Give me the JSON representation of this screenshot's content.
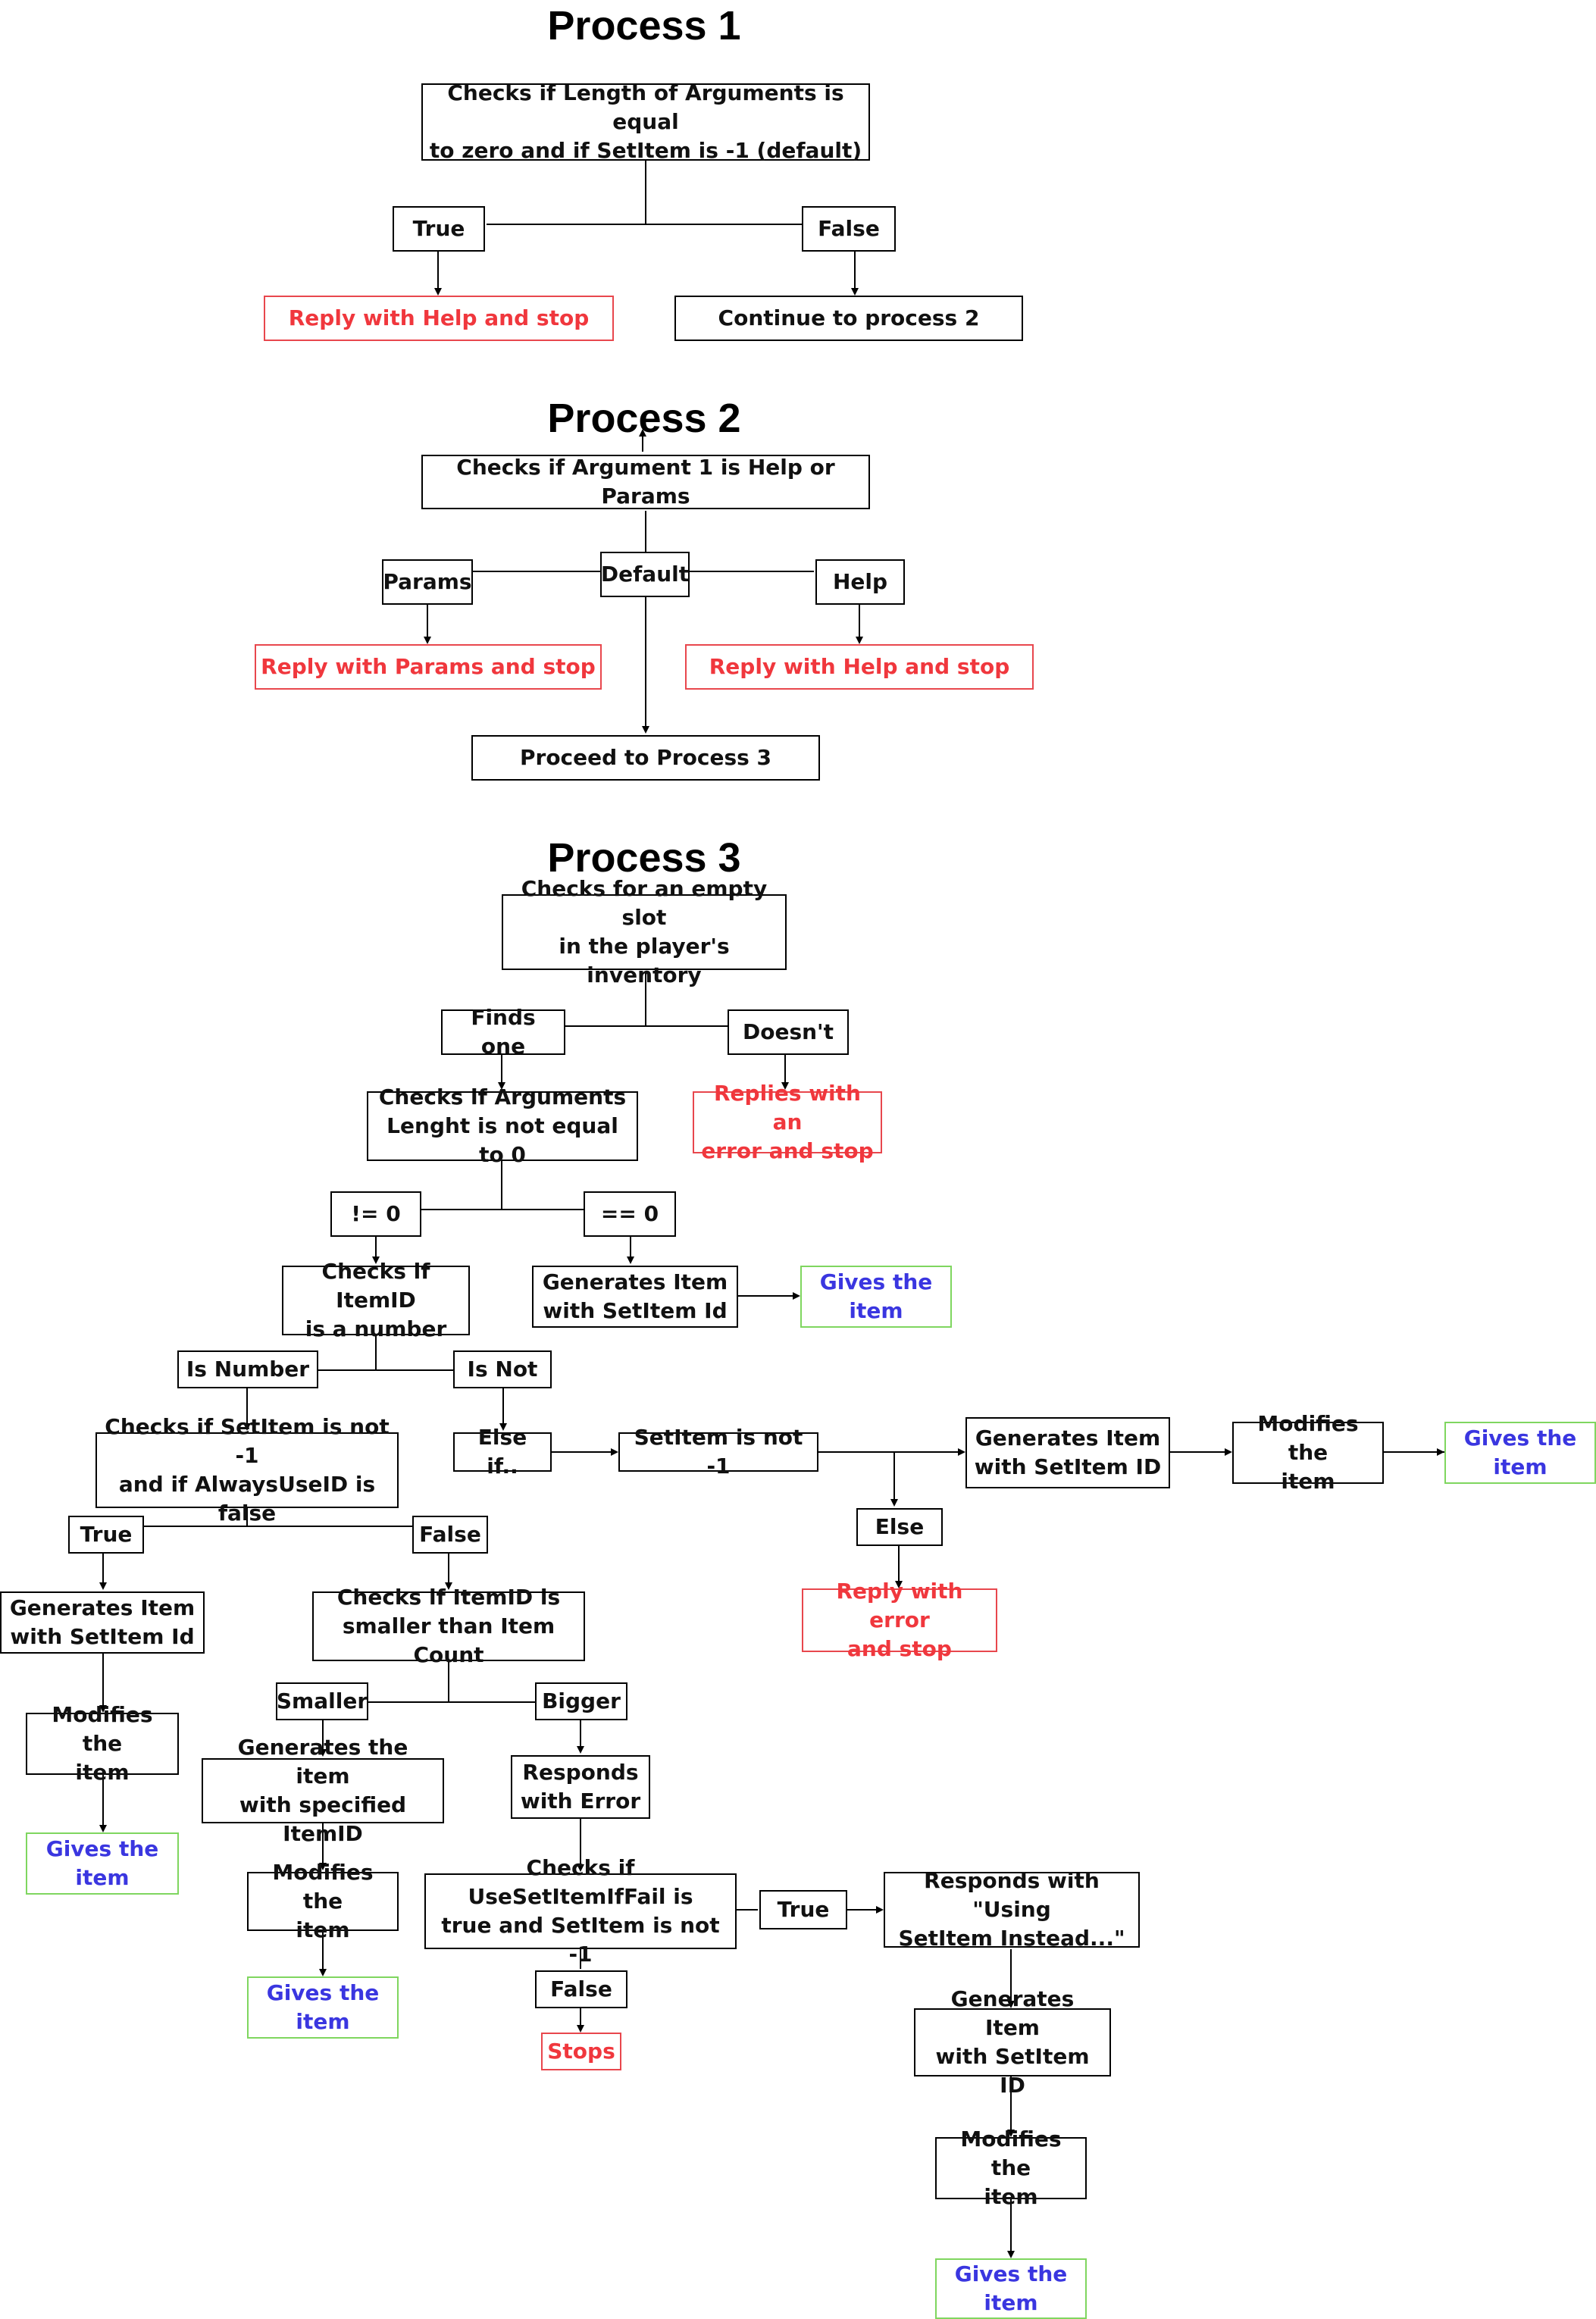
{
  "colors": {
    "line": "#000000",
    "error": "#f0373d",
    "success_border": "#7fd65f",
    "give_text": "#3a36e0"
  },
  "process1": {
    "title": "Process 1",
    "check": "Checks if Length of Arguments is equal\nto zero and if SetItem is -1 (default)",
    "true": "True",
    "false": "False",
    "reply_help": "Reply with Help and stop",
    "continue": "Continue to process 2"
  },
  "process2": {
    "title": "Process 2",
    "check": "Checks if Argument 1 is Help or Params",
    "params": "Params",
    "default": "Default",
    "help": "Help",
    "reply_params": "Reply with Params and stop",
    "reply_help": "Reply with Help and stop",
    "proceed": "Proceed to Process 3"
  },
  "process3": {
    "title": "Process 3",
    "check_slot": "Checks for an empty slot\nin the player's inventory",
    "finds_one": "Finds one",
    "doesnt": "Doesn't",
    "reply_error_slot": "Replies with an\nerror and stop",
    "check_args": "Checks if Arguments\nLenght is not equal to 0",
    "neq_zero": "!= 0",
    "eq_zero": "== 0",
    "check_itemid": "Checks if ItemID\nis a number",
    "gen_setitem_a": "Generates Item\nwith SetItem Id",
    "gives_a": "Gives the\nitem",
    "is_number": "Is Number",
    "is_not": "Is Not",
    "check_setitem": "Checks if SetItem is not -1\nand if AlwaysUseID is false",
    "else_if": "Else if..",
    "setitem_not": "SetItem is not -1",
    "gen_setitem_b": "Generates Item\nwith SetItem ID",
    "modify_b": "Modifies the\nitem",
    "gives_b": "Gives the\nitem",
    "else": "Else",
    "reply_error_else": "Reply with error\nand stop",
    "true": "True",
    "false": "False",
    "gen_setitem_c": "Generates Item\nwith SetItem Id",
    "modify_c": "Modifies the\nitem",
    "gives_c": "Gives the\nitem",
    "check_count": "Checks if ItemID is\nsmaller than Item Count",
    "smaller": "Smaller",
    "bigger": "Bigger",
    "gen_specified": "Generates the item\nwith specified ItemID",
    "modify_d": "Modifies the\nitem",
    "gives_d": "Gives the\nitem",
    "responds_error": "Responds\nwith Error",
    "check_usesetitem": "Checks if UseSetItemIfFail is\ntrue and SetItem is not -1",
    "true2": "True",
    "false2": "False",
    "stops": "Stops",
    "responds_using": "Responds with \"Using\nSetItem Instead...\"",
    "gen_setitem_e": "Generates Item\nwith SetItem ID",
    "modify_e": "Modifies the\nitem",
    "gives_e": "Gives the\nitem"
  }
}
